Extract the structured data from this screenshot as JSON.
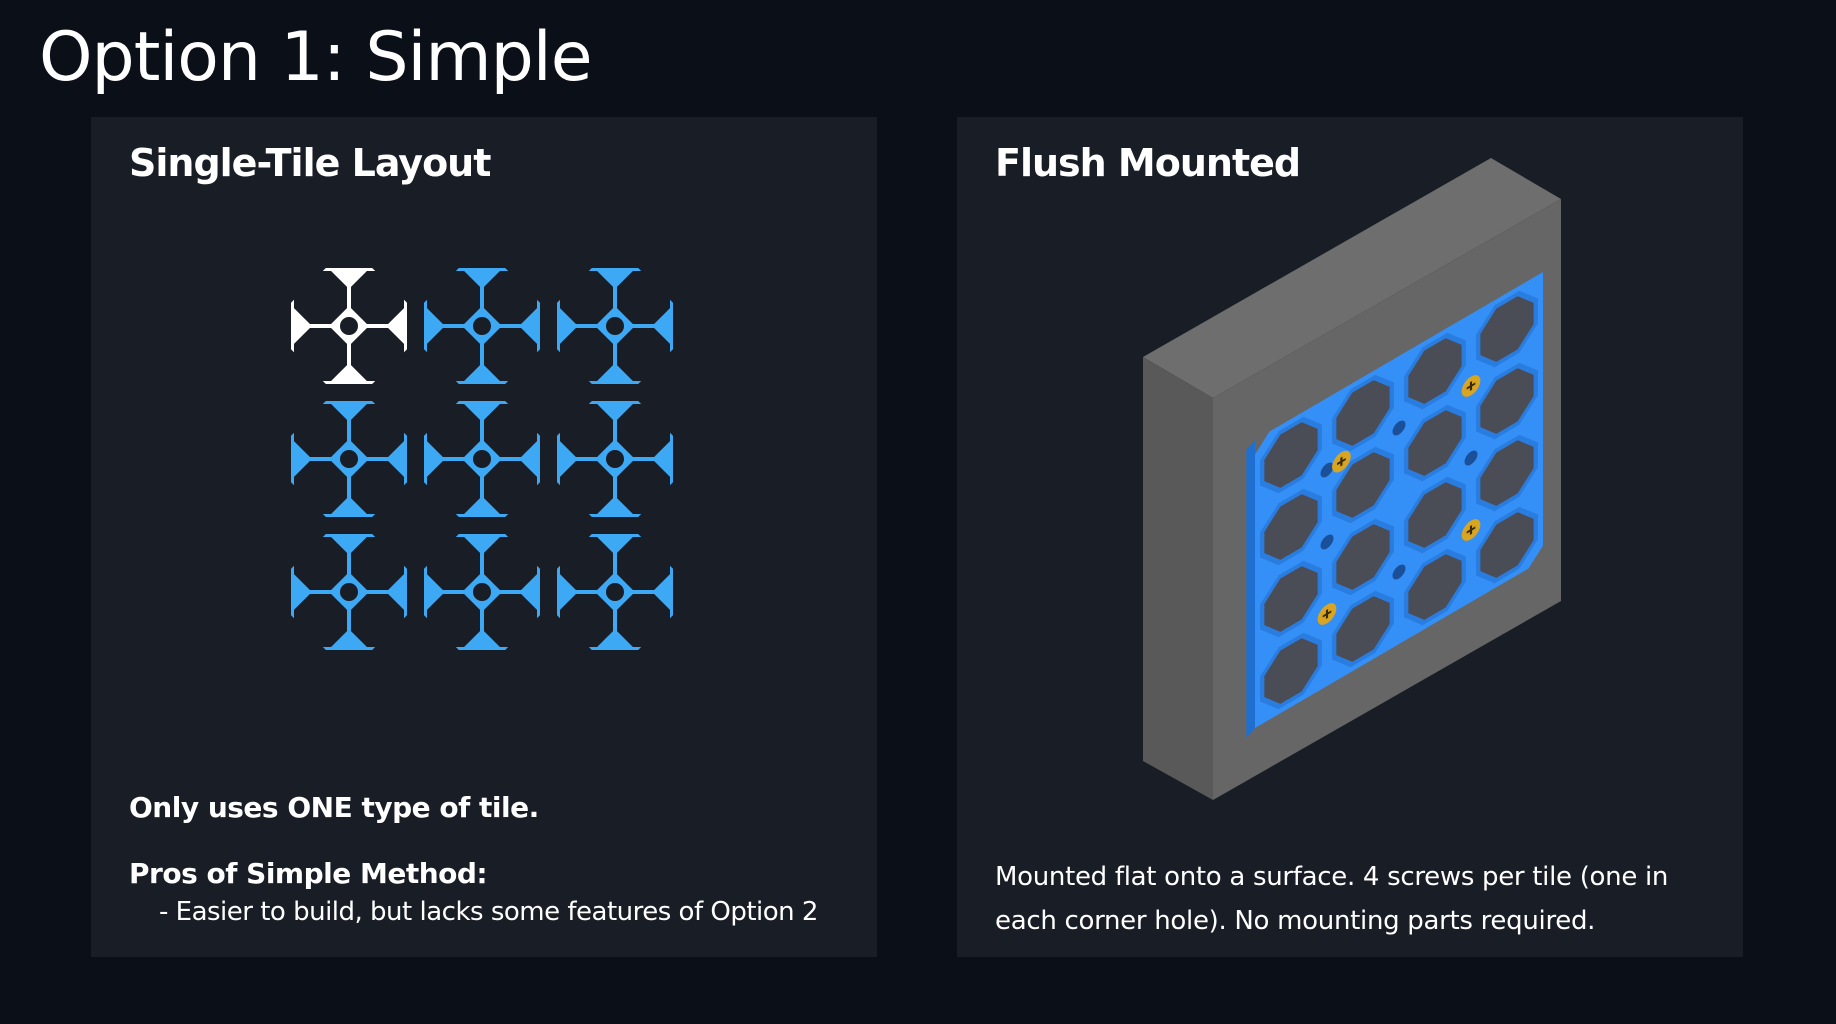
{
  "page": {
    "title": "Option 1: Simple"
  },
  "left_panel": {
    "title": "Single-Tile Layout",
    "tile_grid": {
      "rows": 3,
      "cols": 3,
      "highlighted_index": 0,
      "highlight_color": "#ffffff",
      "tile_color": "#3da8f4"
    },
    "note": "Only uses ONE type of tile.",
    "pros_heading": "Pros of Simple Method:",
    "pros": [
      "- Easier to build, but lacks some features of Option 2"
    ]
  },
  "right_panel": {
    "title": "Flush Mounted",
    "description": "Mounted flat onto a surface. 4 screws per tile (one in each corner hole). No mounting parts required.",
    "colors": {
      "plate": "#2f8ff5",
      "wall": "#5e5e5e",
      "screw": "#d9a520"
    }
  }
}
